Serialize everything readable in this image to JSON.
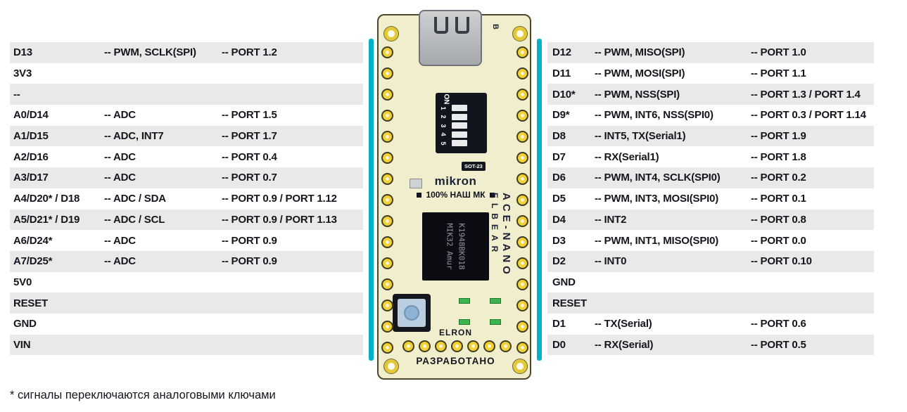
{
  "left_table": {
    "rows": [
      {
        "pin": "D13",
        "func": "-- PWM, SCLK(SPI)",
        "port": "-- PORT 1.2"
      },
      {
        "pin": "3V3",
        "func": "",
        "port": ""
      },
      {
        "pin": "--",
        "func": "",
        "port": ""
      },
      {
        "pin": "A0/D14",
        "func": "-- ADC",
        "port": "-- PORT 1.5"
      },
      {
        "pin": "A1/D15",
        "func": "-- ADC, INT7",
        "port": "-- PORT 1.7"
      },
      {
        "pin": "A2/D16",
        "func": "-- ADC",
        "port": "-- PORT 0.4"
      },
      {
        "pin": "A3/D17",
        "func": "-- ADC",
        "port": "-- PORT 0.7"
      },
      {
        "pin": "A4/D20* / D18",
        "func": "-- ADC / SDA",
        "port": "-- PORT 0.9 / PORT 1.12"
      },
      {
        "pin": "A5/D21* / D19",
        "func": "-- ADC / SCL",
        "port": "-- PORT 0.9 / PORT 1.13"
      },
      {
        "pin": "A6/D24*",
        "func": "-- ADC",
        "port": "-- PORT 0.9"
      },
      {
        "pin": "A7/D25*",
        "func": "-- ADC",
        "port": "-- PORT 0.9"
      },
      {
        "pin": "5V0",
        "func": "",
        "port": ""
      },
      {
        "pin": "RESET",
        "func": "",
        "port": ""
      },
      {
        "pin": "GND",
        "func": "",
        "port": ""
      },
      {
        "pin": "VIN",
        "func": "",
        "port": ""
      }
    ]
  },
  "right_table": {
    "rows": [
      {
        "pin": "D12",
        "func": "-- PWM, MISO(SPI)",
        "port": "-- PORT 1.0"
      },
      {
        "pin": "D11",
        "func": "-- PWM, MOSI(SPI)",
        "port": "-- PORT 1.1"
      },
      {
        "pin": "D10*",
        "func": "-- PWM, NSS(SPI)",
        "port": "-- PORT 1.3 / PORT 1.4"
      },
      {
        "pin": "D9*",
        "func": "-- PWM, INT6, NSS(SPI0)",
        "port": "-- PORT 0.3 / PORT 1.14"
      },
      {
        "pin": "D8",
        "func": "-- INT5, TX(Serial1)",
        "port": "-- PORT 1.9"
      },
      {
        "pin": "D7",
        "func": "-- RX(Serial1)",
        "port": "-- PORT 1.8"
      },
      {
        "pin": "D6",
        "func": "-- PWM, INT4, SCLK(SPI0)",
        "port": "-- PORT 0.2"
      },
      {
        "pin": "D5",
        "func": "-- PWM, INT3, MOSI(SPI0)",
        "port": "-- PORT 0.1"
      },
      {
        "pin": "D4",
        "func": "-- INT2",
        "port": "-- PORT 0.8"
      },
      {
        "pin": "D3",
        "func": "-- PWM, INT1, MISO(SPI0)",
        "port": "-- PORT 0.0"
      },
      {
        "pin": "D2",
        "func": "-- INT0",
        "port": "-- PORT 0.10"
      },
      {
        "pin": "GND",
        "func": "",
        "port": ""
      },
      {
        "pin": "RESET",
        "func": "",
        "port": ""
      },
      {
        "pin": "D1",
        "func": "-- TX(Serial)",
        "port": "-- PORT 0.6"
      },
      {
        "pin": "D0",
        "func": "-- RX(Serial)",
        "port": "-- PORT 0.5"
      }
    ]
  },
  "board": {
    "b_label": "B",
    "dip": {
      "on": "ON",
      "numbers": [
        "1",
        "2",
        "3",
        "4",
        "5"
      ]
    },
    "sot_label": "SOT-23",
    "logo": "mikron",
    "slogan": "100% НАШ МК",
    "chip": {
      "line1": "К1948ВК018",
      "line2": "MIK32 Amur"
    },
    "brand": {
      "line1": "ELBEAR",
      "line2": "ACE-NANO"
    },
    "elron": "ELRON",
    "bottom_label": "РАЗРАБОТАНО"
  },
  "footnote": "* сигналы переключаются аналоговыми ключами",
  "colors": {
    "accent_teal": "#00b2c9",
    "row_shade": "#e9e9ea",
    "text": "#15161d",
    "board_bg": "#f1eecd",
    "pad_gold": "#f2d233",
    "brand_navy": "#1b2138",
    "led_green": "#3cb54d"
  }
}
